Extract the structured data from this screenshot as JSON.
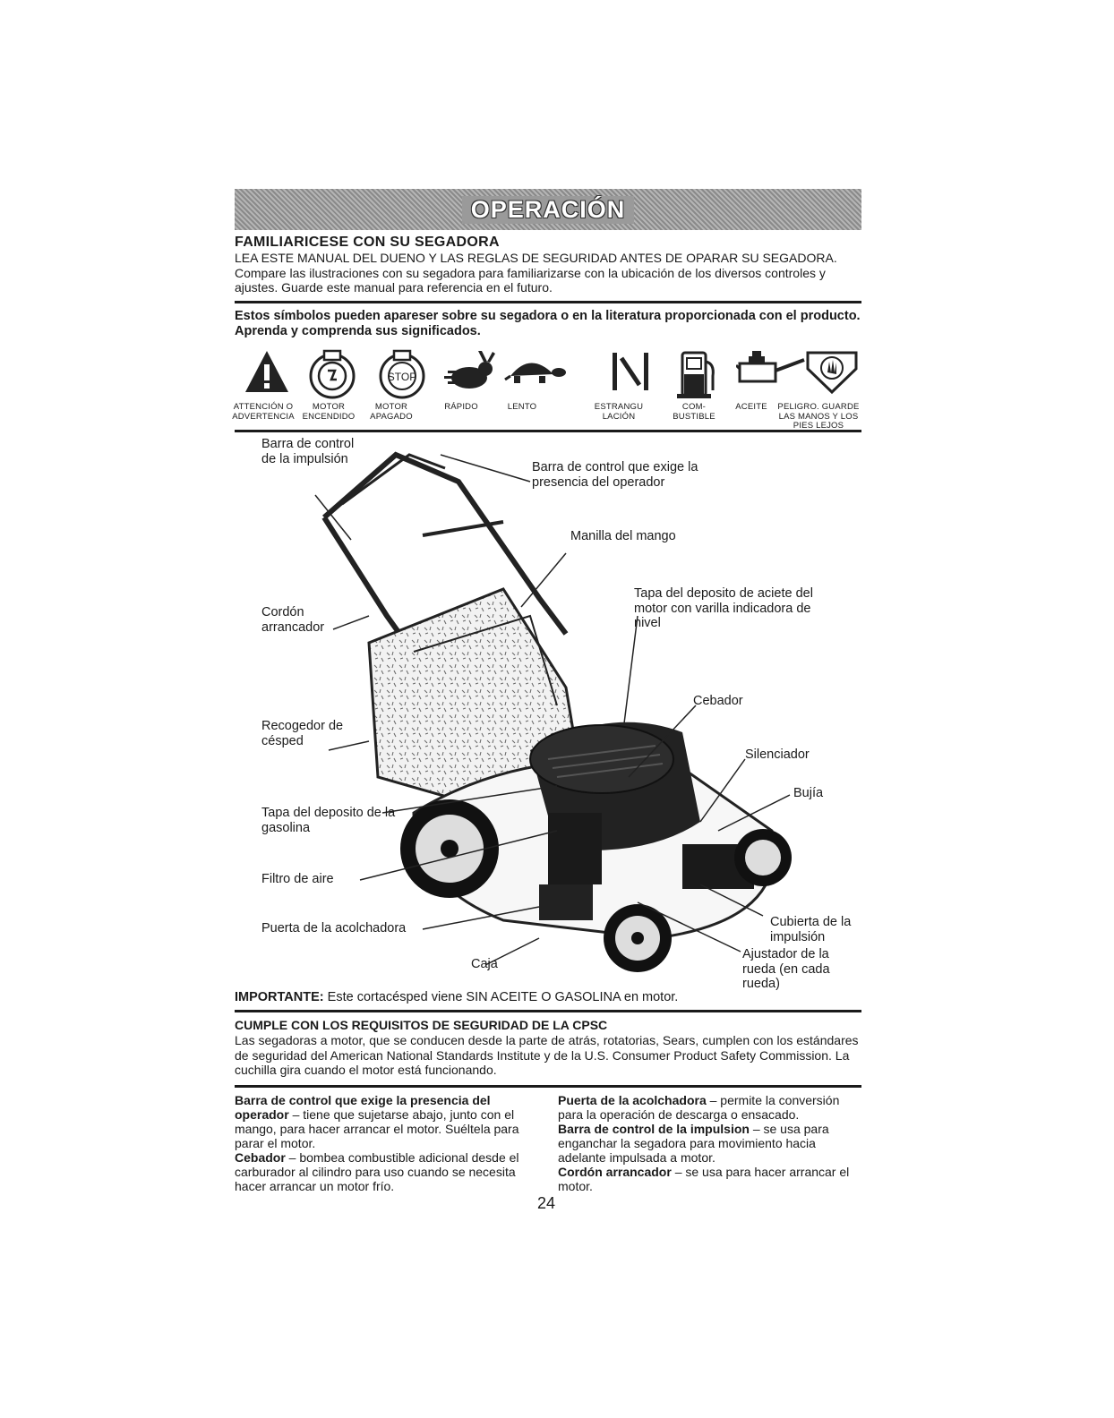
{
  "header": {
    "title": "OPERACIÓN"
  },
  "familiarize": {
    "heading": "FAMILIARICESE CON SU SEGADORA",
    "text": "LEA ESTE MANUAL DEL DUENO Y LAS REGLAS DE SEGURIDAD ANTES DE OPARAR SU SEGADORA. Compare las ilustraciones con su segadora para familiarizarse con la ubicación de los diversos controles y ajustes. Guarde este manual para referencia en el futuro."
  },
  "symbols": {
    "heading": "Estos símbolos pueden apareser sobre su segadora o en la literatura proporcionada con el producto. Aprenda y comprenda sus significados.",
    "items": [
      {
        "icon": "warning-icon",
        "label": "ATTENCIÓN O ADVERTENCIA"
      },
      {
        "icon": "engine-on-icon",
        "label": "MOTOR ENCENDIDO"
      },
      {
        "icon": "engine-off-icon",
        "label": "MOTOR APAGADO"
      },
      {
        "icon": "rabbit-icon",
        "label": "RÁPIDO"
      },
      {
        "icon": "turtle-icon",
        "label": "LENTO"
      },
      {
        "icon": "choke-icon",
        "label": "ESTRANGU LACIÓN"
      },
      {
        "icon": "fuel-icon",
        "label": "COM- BUSTIBLE"
      },
      {
        "icon": "oil-can-icon",
        "label": "ACEITE"
      },
      {
        "icon": "hand-danger-icon",
        "label": "PELIGRO. GUARDE LAS MANOS Y LOS PIES LEJOS"
      }
    ]
  },
  "diagram": {
    "labels": {
      "drive_bar": "Barra de control de la impulsión",
      "presence_bar": "Barra de control que exige la presencia del operador",
      "handle_knob": "Manilla del mango",
      "oil_cap": "Tapa del deposito de aciete del motor con varilla indicadora de nivel",
      "starter_rope": "Cordón arrancador",
      "primer": "Cebador",
      "grass_bag": "Recogedor de césped",
      "muffler": "Silenciador",
      "spark_plug": "Bujía",
      "fuel_cap": "Tapa del deposito de la gasolina",
      "air_filter": "Filtro de aire",
      "mulch_door": "Puerta de la acolchadora",
      "drive_cover": "Cubierta de la impulsión",
      "wheel_adjuster": "Ajustador de la rueda (en cada rueda)",
      "housing": "Caja"
    }
  },
  "important": {
    "label": "IMPORTANTE:",
    "text": " Este cortacésped viene SIN ACEITE O GASOLINA en motor."
  },
  "cpsc": {
    "heading": "CUMPLE CON LOS REQUISITOS DE SEGURIDAD DE LA CPSC",
    "text": "Las segadoras a motor, que se conducen desde la parte de atrás, rotatorias, Sears, cumplen con los estándares de seguridad del American National Standards Institute y de la U.S. Consumer Product Safety Commission. La cuchilla gira cuando el motor está funcionando."
  },
  "definitions": {
    "left": [
      {
        "term": "Barra de control que exige la presencia del operador",
        "desc": " – tiene que sujetarse abajo, junto con el mango, para hacer arrancar el motor. Suéltela para parar el motor."
      },
      {
        "term": "Cebador",
        "desc": " – bombea combustible adicional desde el carburador al cilindro para uso cuando se necesita hacer arrancar un motor frío."
      }
    ],
    "right": [
      {
        "term": "Puerta de la acolchadora",
        "desc": " – permite la conversión para la operación de descarga o ensacado."
      },
      {
        "term": "Barra de control de la impulsion",
        "desc": " – se usa para enganchar la segadora para movimiento hacia adelante impulsada a motor."
      },
      {
        "term": "Cordón arrancador",
        "desc": " – se usa para hacer arrancar el motor."
      }
    ]
  },
  "page_number": "24"
}
